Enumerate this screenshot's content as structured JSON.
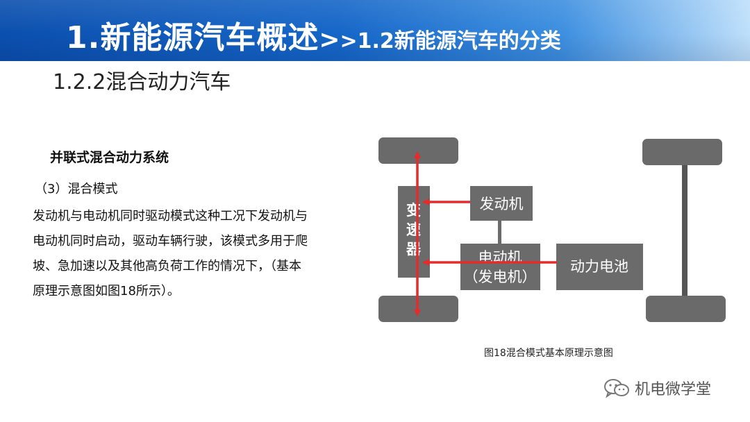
{
  "header": {
    "title_main": "1.新能源汽车概述",
    "title_sep": ">",
    "title_sub": ">1.2新能源汽车的分类",
    "gradient": [
      "#0b4fae",
      "#1566c8",
      "#3d8fe0",
      "#bfe0fb"
    ]
  },
  "subtitle": "1.2.2混合动力汽车",
  "section": {
    "title": "并联式混合动力系统",
    "mode_label": "（3）混合模式",
    "description_lines": [
      "发动机与电动机同时驱动模式这种工况下发动机与",
      "电动机同时启动，驱动车辆行驶，该模式多用于爬",
      "坡、急加速以及其他高负荷工作的情况下，（基本",
      "原理示意图如图18所示）。"
    ]
  },
  "diagram": {
    "labels": {
      "transmission": "变速器",
      "engine": "发动机",
      "motor_line1": "电动机",
      "motor_line2": "（发电机）",
      "battery": "动力电池"
    },
    "colors": {
      "block": "#6b6b6b",
      "wheel": "#6a6a6a",
      "axle": "#555555",
      "arrow": "#e52b2b",
      "text": "#ffffff"
    },
    "caption": "图18混合模式基本原理示意图"
  },
  "watermark": {
    "icon": "wechat-icon",
    "text": "机电微学堂"
  }
}
